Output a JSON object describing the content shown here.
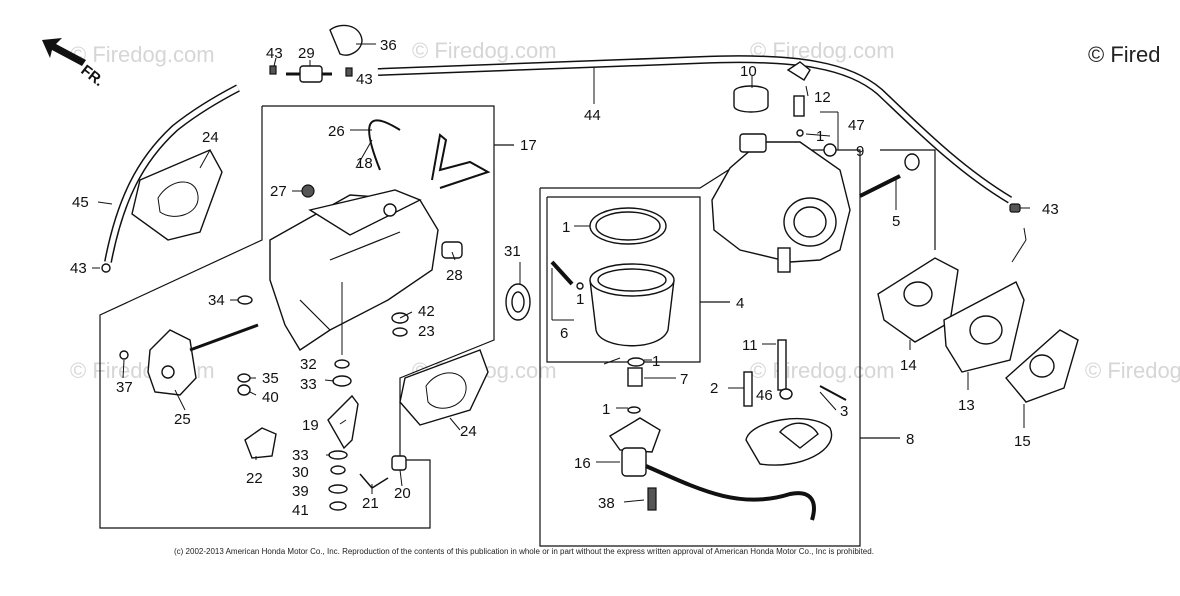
{
  "watermark": "© Firedog.com",
  "corner_watermark": "© Fired",
  "direction_label": "FR.",
  "copyright": "(c) 2002-2013 American Honda Motor Co., Inc. Reproduction of the contents of this publication in whole or in part without the express written approval of American Honda Motor Co., Inc is prohibited.",
  "callouts": {
    "c1a": "1",
    "c1b": "1",
    "c1c": "1",
    "c1d": "1",
    "c1e": "1",
    "c2": "2",
    "c3": "3",
    "c4": "4",
    "c5": "5",
    "c6": "6",
    "c7": "7",
    "c8": "8",
    "c9": "9",
    "c10": "10",
    "c11": "11",
    "c12": "12",
    "c13": "13",
    "c14": "14",
    "c15": "15",
    "c16": "16",
    "c17": "17",
    "c18": "18",
    "c19": "19",
    "c20": "20",
    "c21": "21",
    "c22": "22",
    "c23": "23",
    "c24a": "24",
    "c24b": "24",
    "c25": "25",
    "c26": "26",
    "c27": "27",
    "c28": "28",
    "c29": "29",
    "c30": "30",
    "c31": "31",
    "c32": "32",
    "c33a": "33",
    "c33b": "33",
    "c34": "34",
    "c35": "35",
    "c36": "36",
    "c37": "37",
    "c38": "38",
    "c39": "39",
    "c40": "40",
    "c41": "41",
    "c42": "42",
    "c43a": "43",
    "c43b": "43",
    "c43c": "43",
    "c43d": "43",
    "c44": "44",
    "c45": "45",
    "c46": "46",
    "c47": "47"
  }
}
